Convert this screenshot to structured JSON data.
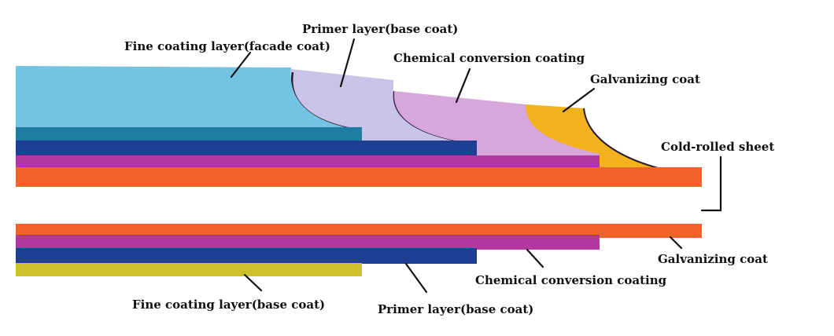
{
  "colors": {
    "facade_coat": "#74c3e0",
    "primer_top": "#c9c3e8",
    "chemical_top": "#d6a6dc",
    "galvanizing_top": "#f2b21c",
    "teal_band": "#1e7da0",
    "navy_band": "#1f3f93",
    "purple_band": "#b2389f",
    "orange_band": "#f0642a",
    "yellow_band": "#cdc02c",
    "shadow_edge": "#2a1a30",
    "leader": "#111111"
  },
  "labels": {
    "fine_coating_facade": "Fine coating layer(facade coat)",
    "primer_top": "Primer layer(base coat)",
    "chemical_top": "Chemical conversion coating",
    "galvanizing_top": "Galvanizing coat",
    "cold_rolled": "Cold-rolled sheet",
    "galvanizing_bottom": "Galvanizing coat",
    "chemical_bottom": "Chemical conversion coating",
    "primer_bottom": "Primer layer(base coat)",
    "fine_coating_base": "Fine coating layer(base coat)"
  }
}
